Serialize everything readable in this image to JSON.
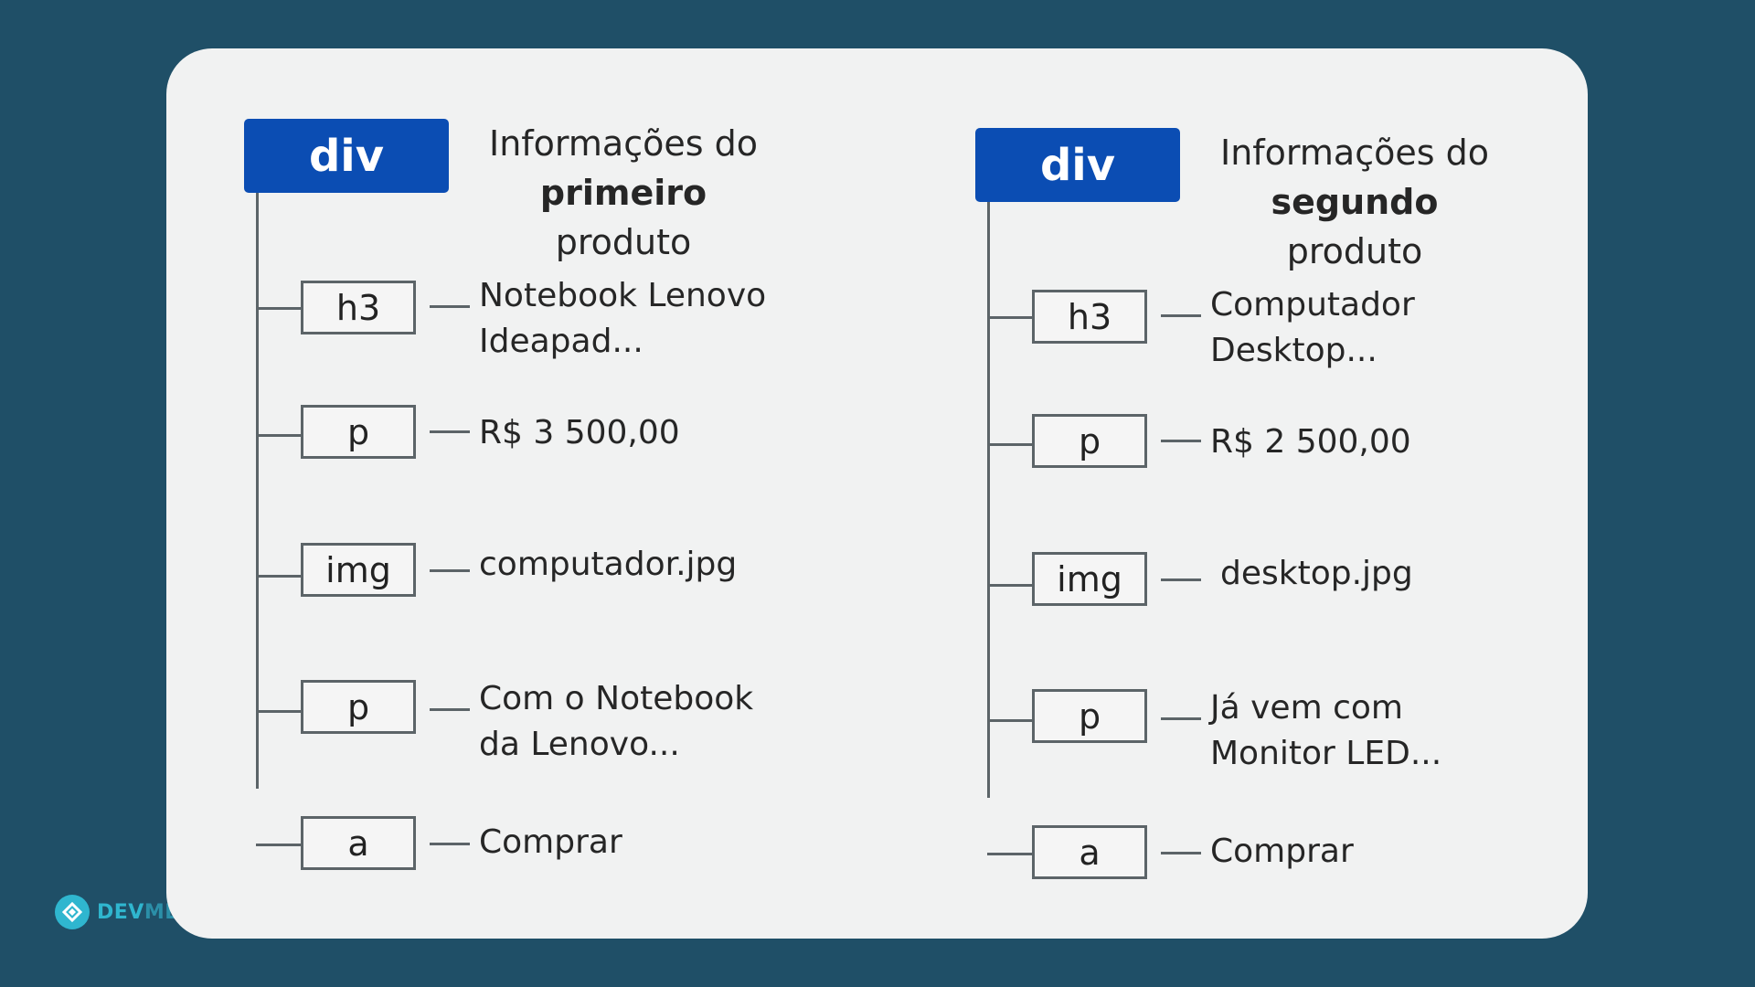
{
  "logo": {
    "text_strong": "DEV",
    "text_rest": "MEDIA"
  },
  "trees": [
    {
      "root": "div",
      "label_pre": "Informações do",
      "label_bold": "primeiro",
      "label_post": " produto",
      "children": [
        {
          "tag": "h3",
          "value": "Notebook Lenovo\nIdeapad..."
        },
        {
          "tag": "p",
          "value": "R$ 3 500,00"
        },
        {
          "tag": "img",
          "value": "computador.jpg"
        },
        {
          "tag": "p",
          "value": "Com o Notebook\nda Lenovo..."
        },
        {
          "tag": "a",
          "value": "Comprar"
        }
      ]
    },
    {
      "root": "div",
      "label_pre": "Informações do",
      "label_bold": "segundo",
      "label_post": " produto",
      "children": [
        {
          "tag": "h3",
          "value": "Computador\nDesktop..."
        },
        {
          "tag": "p",
          "value": "R$ 2 500,00"
        },
        {
          "tag": "img",
          "value": "desktop.jpg"
        },
        {
          "tag": "p",
          "value": "Já vem com\nMonitor LED..."
        },
        {
          "tag": "a",
          "value": "Comprar"
        }
      ]
    }
  ]
}
